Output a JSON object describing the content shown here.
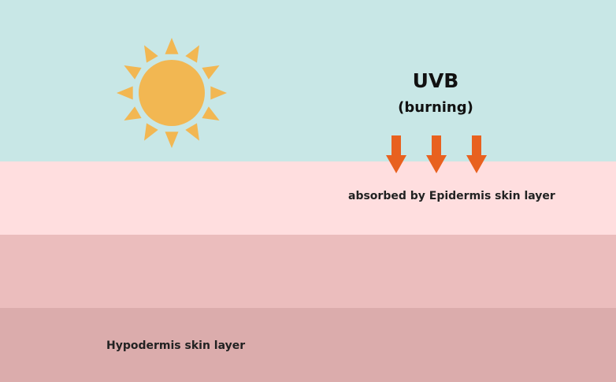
{
  "colors": {
    "sky": "#c8e7e6",
    "epidermis": "#ffdedf",
    "dermis": "#ebbdbd",
    "hypodermis": "#dbacac",
    "sun": "#f2b752",
    "arrow": "#e8611f"
  },
  "radiation": {
    "type": "UVB",
    "effect": "(burning)",
    "arrow_count": 3,
    "arrow_icon": "arrow-down-icon"
  },
  "sun": {
    "icon": "sun-icon"
  },
  "layers": {
    "epidermis_label": "absorbed by Epidermis skin layer",
    "hypodermis_label": "Hypodermis skin layer"
  }
}
